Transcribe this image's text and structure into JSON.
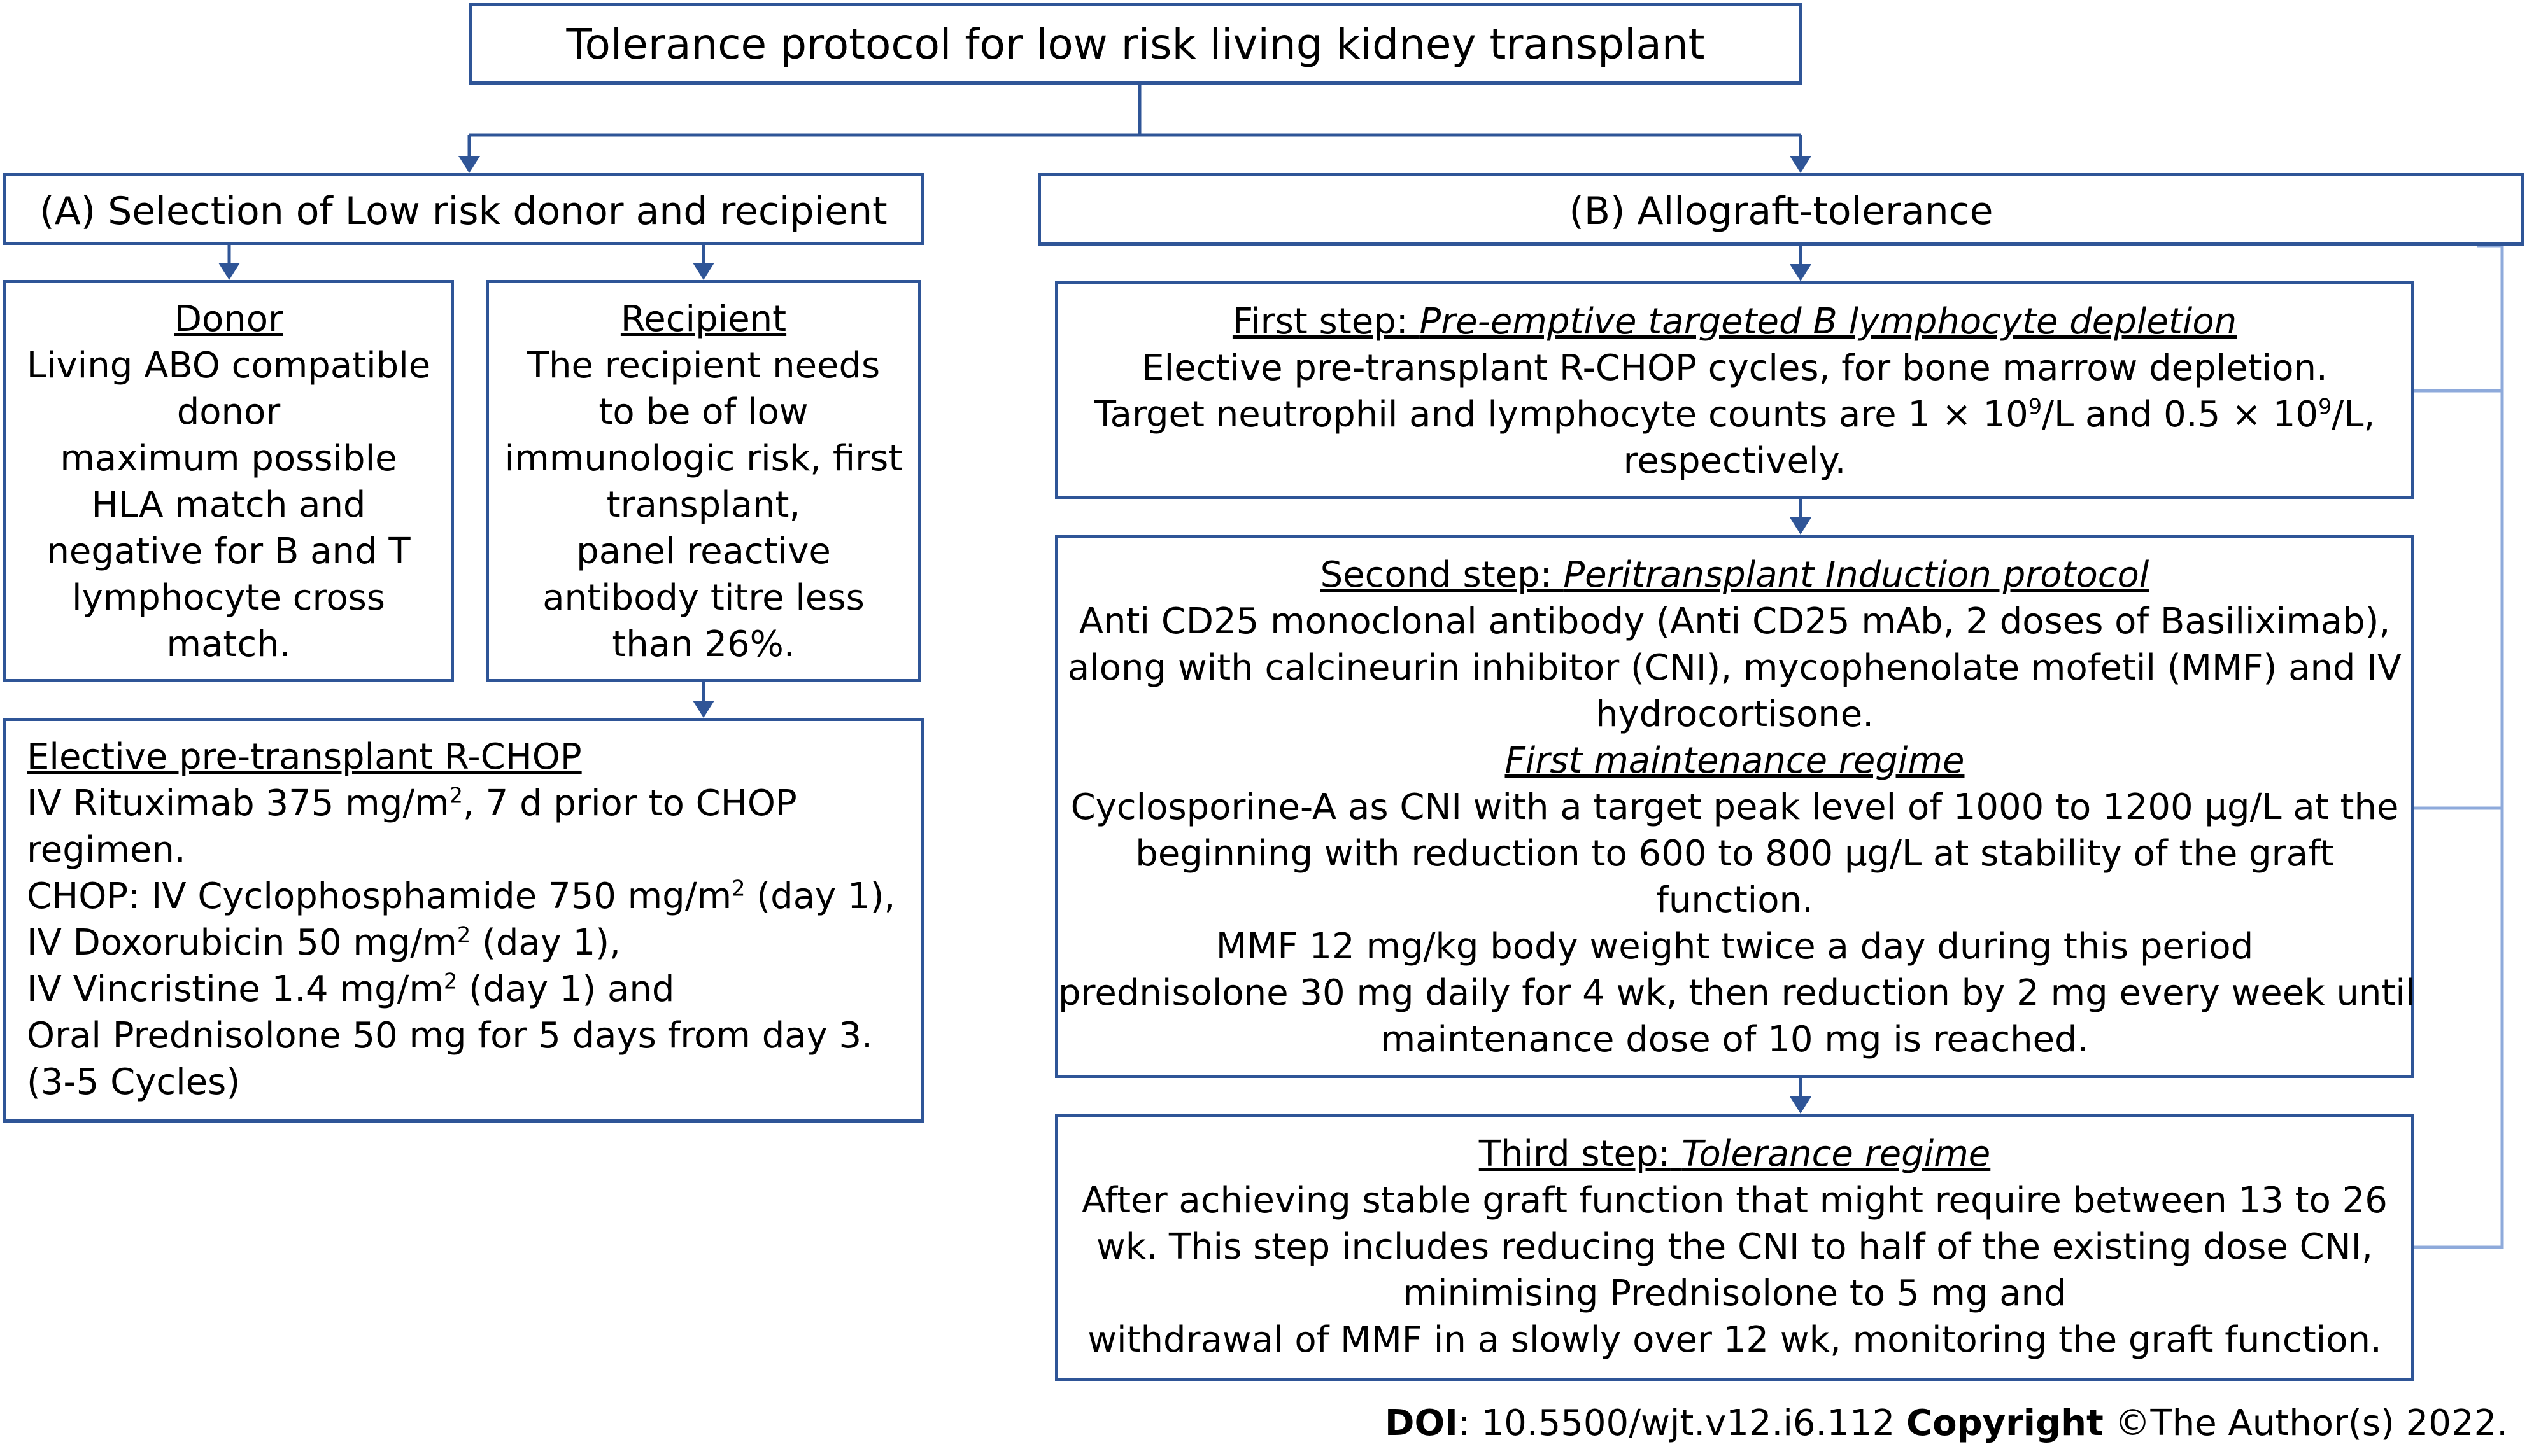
{
  "title": "Tolerance protocol for low risk living kidney transplant",
  "section_a": {
    "heading": "(A) Selection of Low risk donor and recipient",
    "donor": {
      "label": "Donor",
      "lines": [
        "Living ABO compatible",
        "donor",
        "maximum possible",
        "HLA match and",
        "negative for B and T",
        "lymphocyte cross",
        "match."
      ]
    },
    "recipient": {
      "label": "Recipient",
      "lines": [
        "The recipient needs",
        "to be of low",
        "immunologic risk, first",
        "transplant,",
        "panel reactive",
        "antibody titre less",
        "than 26%."
      ]
    },
    "rchop": {
      "label": "Elective pre-transplant R-CHOP",
      "l1a": "IV Rituximab 375 mg/m",
      "l1sup": "2",
      "l1b": ", 7 d prior to CHOP",
      "l2": "regimen.",
      "l3a": "CHOP: IV Cyclophosphamide 750 mg/m",
      "l3sup": "2",
      "l3b": " (day 1),",
      "l4a": "IV Doxorubicin 50 mg/m",
      "l4sup": "2",
      "l4b": " (day 1),",
      "l5a": "IV Vincristine 1.4 mg/m",
      "l5sup": "2",
      "l5b": " (day 1) and",
      "l6": "Oral Prednisolone 50 mg for 5 days from day 3.",
      "l7": "(3-5 Cycles)"
    }
  },
  "section_b": {
    "heading": "(B) Allograft-tolerance",
    "step1": {
      "label": "First step:",
      "subtitle": "Pre-emptive targeted B lymphocyte depletion",
      "l1": "Elective pre-transplant R-CHOP cycles, for bone marrow depletion.",
      "l2a": "Target neutrophil and lymphocyte counts are 1 × 10",
      "l2sup1": "9",
      "l2b": "/L and 0.5 × 10",
      "l2sup2": "9",
      "l2c": "/L,",
      "l3": "respectively."
    },
    "step2": {
      "label": "Second step:",
      "subtitle": "Peritransplant Induction protocol",
      "lines": [
        "Anti CD25 monoclonal antibody (Anti CD25 mAb,  2 doses of Basiliximab),",
        "along with calcineurin inhibitor (CNI), mycophenolate mofetil (MMF) and IV",
        "hydrocortisone."
      ],
      "maintenance_label": "First maintenance regime",
      "maintenance_lines": [
        "Cyclosporine-A as CNI with a target peak level of 1000 to 1200 μg/L at the",
        "beginning with reduction to 600 to 800 μg/L at stability of the graft",
        "function.",
        "MMF 12 mg/kg body weight twice a day during this period",
        "prednisolone 30 mg daily for 4 wk, then reduction by 2 mg every week until",
        "maintenance dose of 10 mg is reached."
      ]
    },
    "step3": {
      "label": "Third step:",
      "subtitle": "Tolerance regime",
      "lines": [
        "After achieving stable graft function that might require between 13 to 26",
        "wk. This step includes reducing the CNI to half of the existing dose CNI,",
        "minimising Prednisolone to 5 mg and",
        "withdrawal of MMF in a slowly over 12 wk, monitoring the graft function."
      ]
    }
  },
  "footer": {
    "doi_label": "DOI",
    "doi_value": ": 10.5500/wjt.v12.i6.112 ",
    "copyright_label": "Copyright",
    "copyright_value": " ©The Author(s) 2022."
  },
  "colors": {
    "border": "#2f5597",
    "connector": "#2f5597",
    "bracket": "#8eaadb"
  }
}
